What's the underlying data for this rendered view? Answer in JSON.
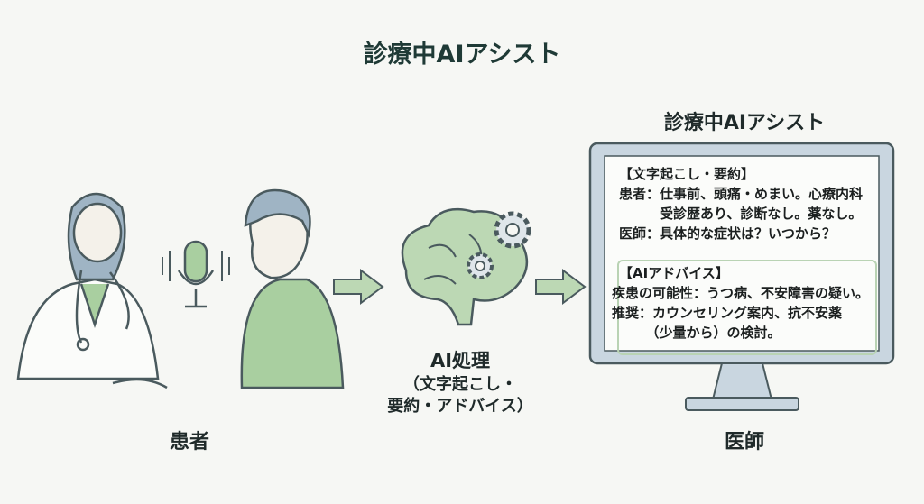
{
  "title": "診療中AIアシスト",
  "left_label": "患者",
  "ai": {
    "title": "AI処理",
    "sub1": "（文字起こし・",
    "sub2": "要約・アドバイス）"
  },
  "monitor": {
    "title": "診療中AIアシスト",
    "transcript_heading": "【文字起こし・要約】",
    "transcript_lines": [
      "患者：仕事前、頭痛・めまい。心療内科",
      "　　　受診歴あり、診断なし。薬なし。",
      "医師：具体的な症状は？いつから？"
    ],
    "advice_heading": "【AIアドバイス】",
    "advice_lines": [
      "疾患の可能性：うつ病、不安障害の疑い。",
      "推奨：カウンセリング案内、抗不安薬",
      "　　　（少量から）の検討。"
    ]
  },
  "right_label": "医師",
  "colors": {
    "green": "#a9cfa0",
    "line": "#4a5a5e",
    "frame": "#b7c6d3"
  }
}
